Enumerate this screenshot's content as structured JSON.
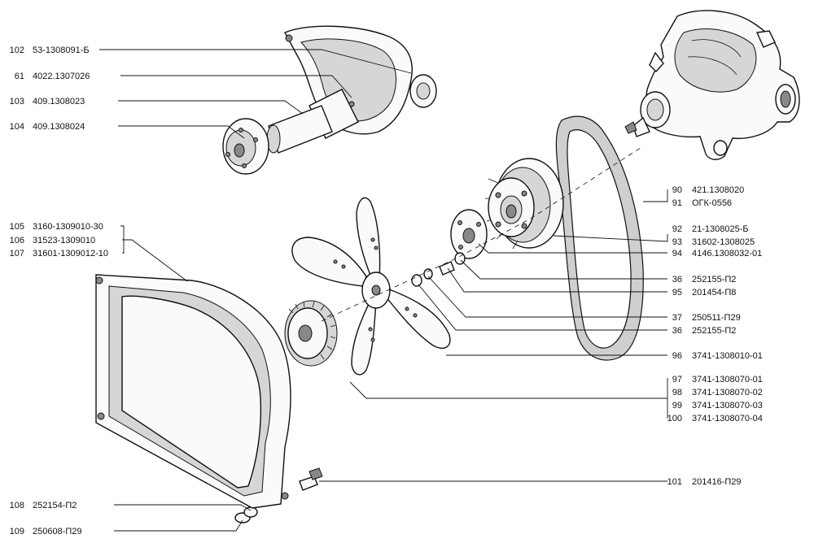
{
  "labels_left": [
    {
      "num": "102",
      "code": "53-1308091-Б"
    },
    {
      "num": "61",
      "code": "4022.1307026"
    },
    {
      "num": "103",
      "code": "409.1308023"
    },
    {
      "num": "104",
      "code": "409.1308024"
    },
    {
      "num": "105",
      "code": "3160-1309010-30"
    },
    {
      "num": "106",
      "code": "31523-1309010"
    },
    {
      "num": "107",
      "code": "31601-1309012-10"
    },
    {
      "num": "108",
      "code": "252154-П2"
    },
    {
      "num": "109",
      "code": "250608-П29"
    }
  ],
  "labels_right": [
    {
      "num": "90",
      "code": "421.1308020"
    },
    {
      "num": "91",
      "code": "ОГК-0556"
    },
    {
      "num": "92",
      "code": "21-1308025-Б"
    },
    {
      "num": "93",
      "code": "31602-1308025"
    },
    {
      "num": "94",
      "code": "4146.1308032-01"
    },
    {
      "num": "36",
      "code": "252155-П2"
    },
    {
      "num": "95",
      "code": "201454-П8"
    },
    {
      "num": "37",
      "code": "250511-П29"
    },
    {
      "num": "36",
      "code": "252155-П2"
    },
    {
      "num": "96",
      "code": "3741-1308010-01"
    },
    {
      "num": "97",
      "code": "3741-1308070-01"
    },
    {
      "num": "98",
      "code": "3741-1308070-02"
    },
    {
      "num": "99",
      "code": "3741-1308070-03"
    },
    {
      "num": "100",
      "code": "3741-1308070-04"
    },
    {
      "num": "101",
      "code": "201416-П29"
    }
  ]
}
